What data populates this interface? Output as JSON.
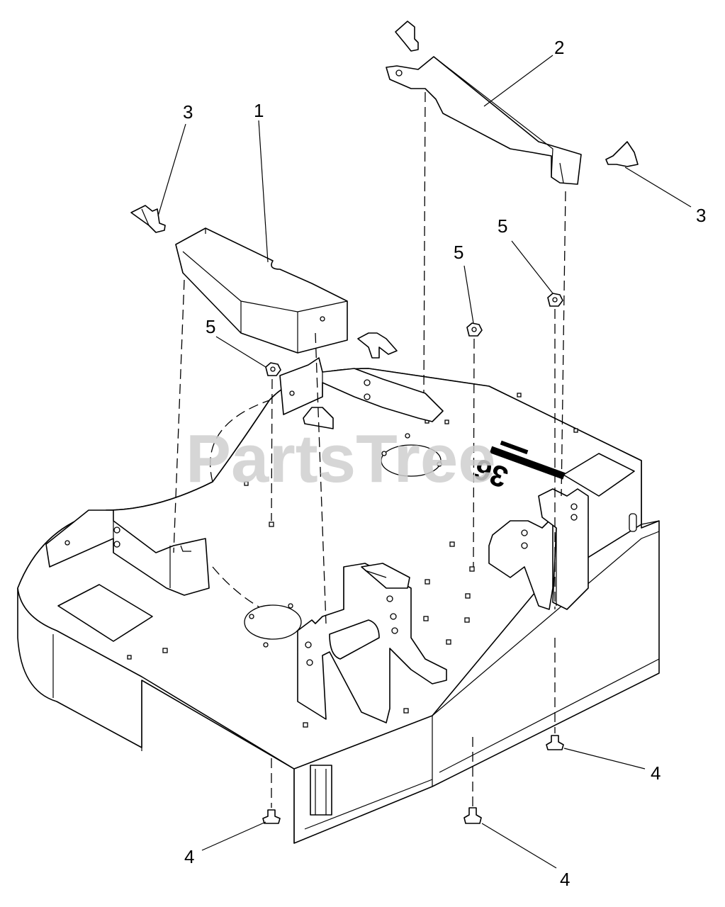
{
  "watermark": "PartsTree",
  "callouts": {
    "c1": "1",
    "c2": "2",
    "c3a": "3",
    "c3b": "3",
    "c4a": "4",
    "c4b": "4",
    "c4c": "4",
    "c5a": "5",
    "c5b": "5",
    "c5c": "5"
  },
  "parts": [
    {
      "callout": "1",
      "icon": "belt-cover-left"
    },
    {
      "callout": "2",
      "icon": "belt-cover-right"
    },
    {
      "callout": "3",
      "icon": "knob"
    },
    {
      "callout": "4",
      "icon": "bolt"
    },
    {
      "callout": "5",
      "icon": "nut"
    }
  ],
  "deck_size_text": "36"
}
